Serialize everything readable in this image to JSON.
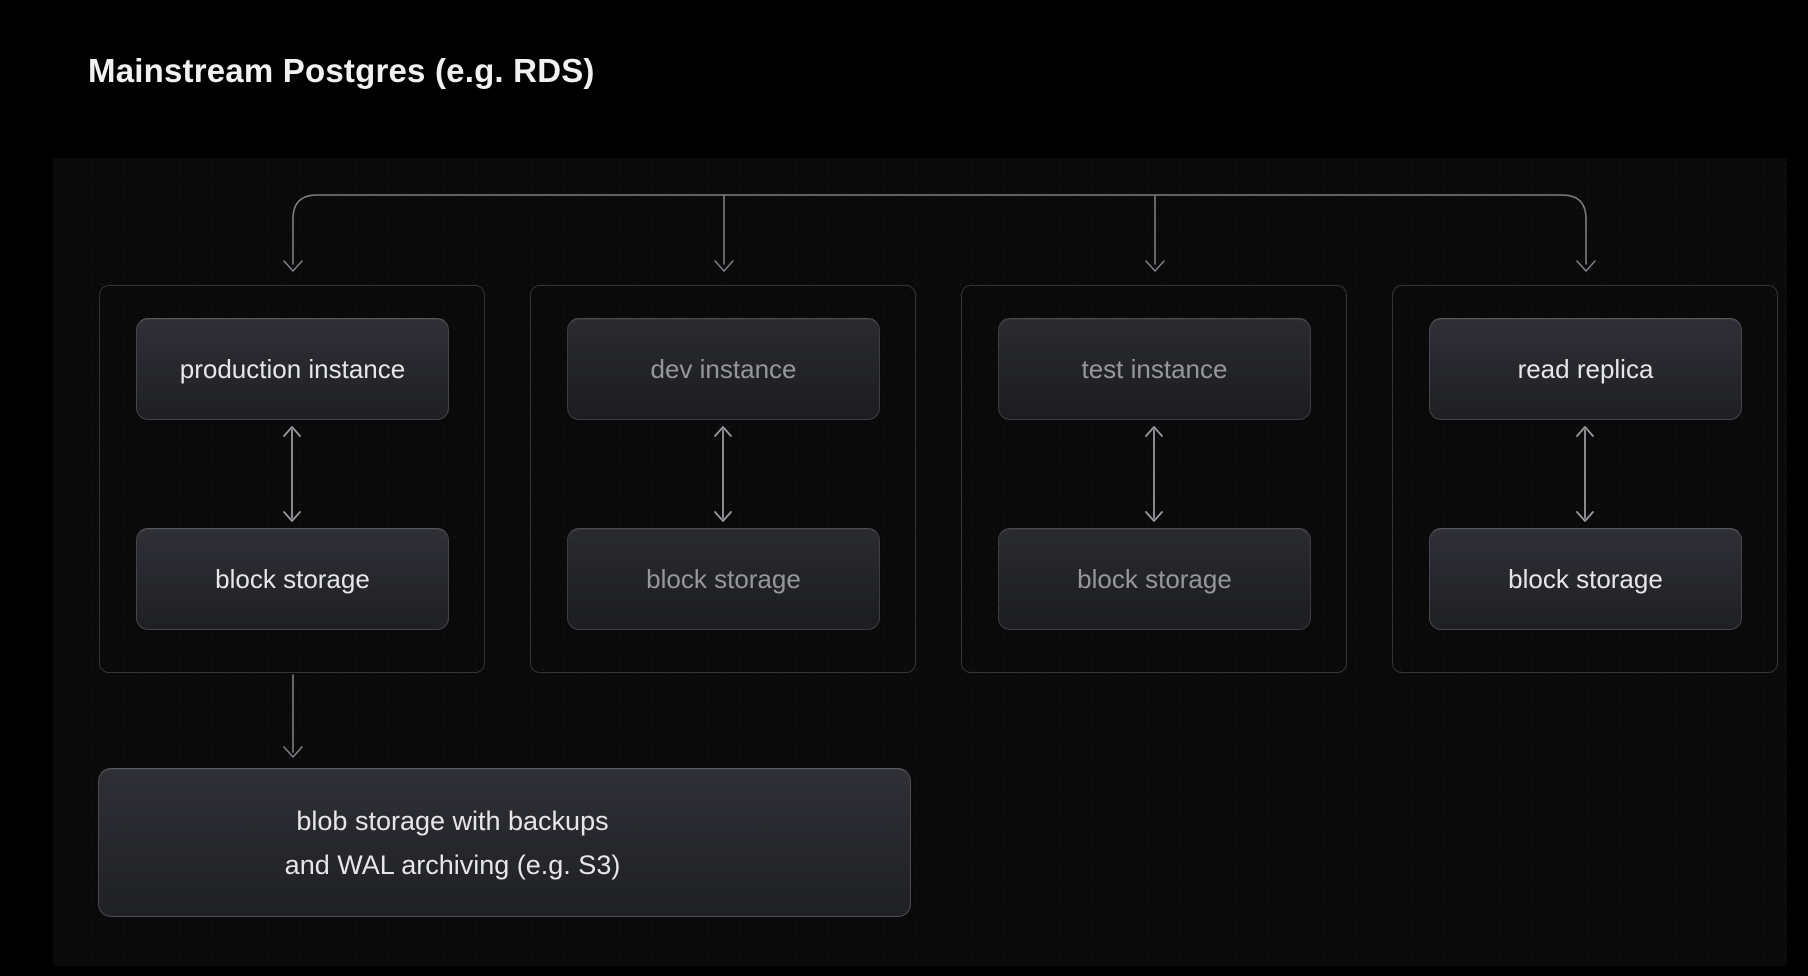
{
  "title": "Mainstream Postgres (e.g. RDS)",
  "diagram": {
    "groups": [
      {
        "instance": "production instance",
        "storage": "block storage",
        "emphasis": "bright"
      },
      {
        "instance": "dev instance",
        "storage": "block storage",
        "emphasis": "dim"
      },
      {
        "instance": "test instance",
        "storage": "block storage",
        "emphasis": "dim"
      },
      {
        "instance": "read replica",
        "storage": "block storage",
        "emphasis": "bright"
      }
    ],
    "blob_storage": {
      "line1": "blob storage with backups",
      "line2": "and WAL archiving (e.g. S3)"
    }
  },
  "colors": {
    "background": "#000000",
    "panel_background": "#0a0a0b",
    "panel_dot": "#151518",
    "group_border": "#333438",
    "node_background_top": "#2f3036",
    "node_background_bottom": "#1f2024",
    "node_border": "#44454b",
    "connector_line": "#7c7d83",
    "double_arrow_line": "#97999e",
    "text_bright": "#e5e6e9",
    "text_dim": "#95979c",
    "title_color": "#f0f1f3"
  }
}
